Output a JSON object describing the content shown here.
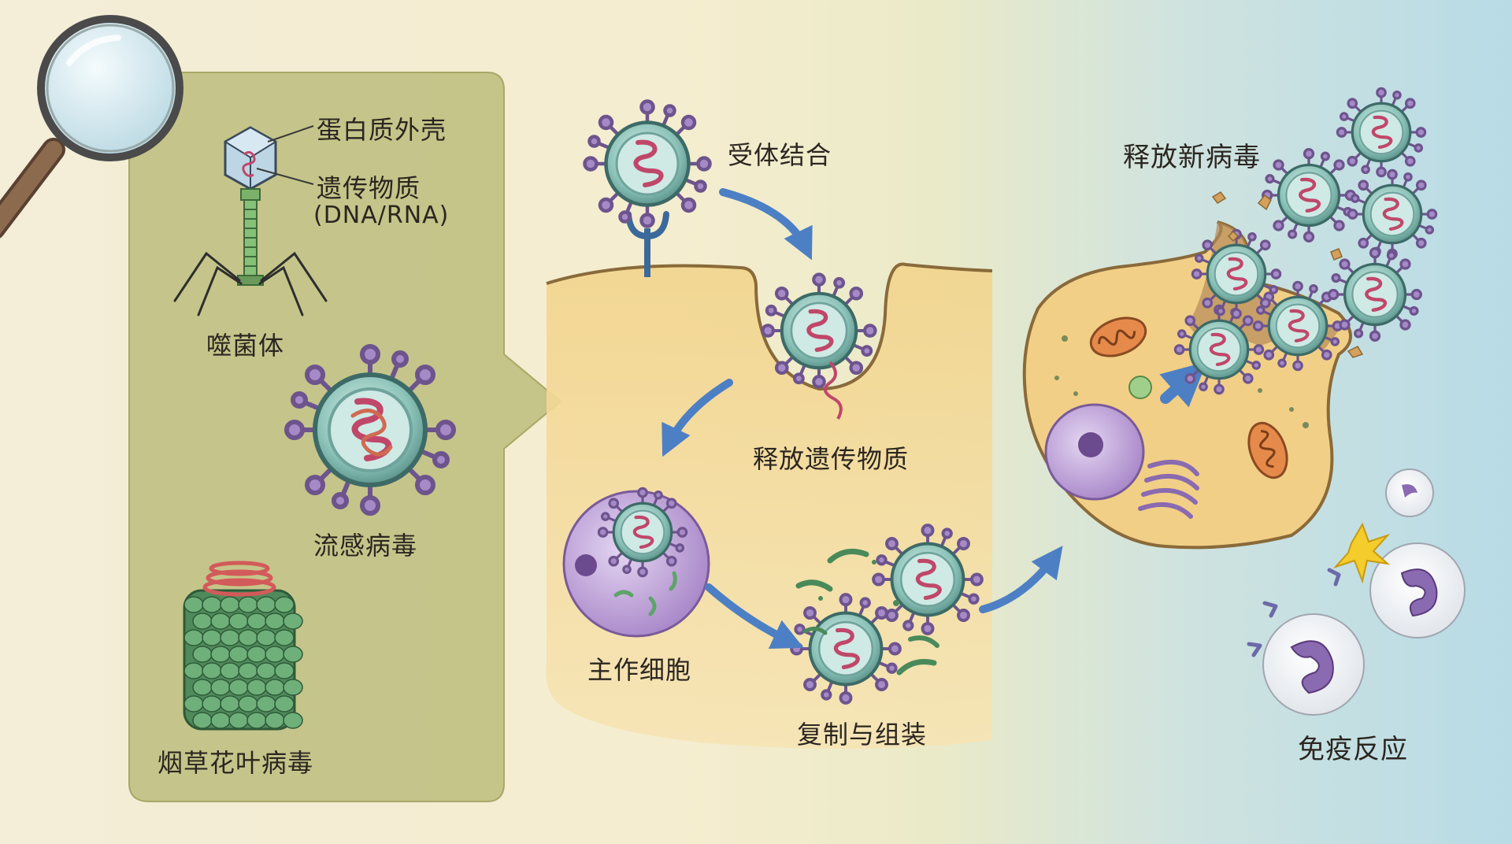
{
  "colors": {
    "panel": "#bcbc7c",
    "cell_cytoplasm": "#f3d58e",
    "cell_outline": "#8a6a3a",
    "arrow": "#4d7fc4",
    "virus_teal": "#7fb8b0",
    "virus_spike": "#8a6aa8",
    "rna": "#c0476a",
    "nucleus": "#a98bc8",
    "leaf_green": "#5ea36a",
    "lens_blue": "#cfe6ee",
    "handle_brown": "#8b6a4e"
  },
  "left_panel": {
    "phage": {
      "name": "噬菌体",
      "callout_capsid": "蛋白质外壳",
      "callout_genome": "遗传物质",
      "callout_genome_sub": "(DNA/RNA)"
    },
    "influenza": {
      "name": "流感病毒"
    },
    "tmv": {
      "name": "烟草花叶病毒"
    },
    "magnifier_icon": "magnifying-glass-icon"
  },
  "infection_steps": {
    "receptor_binding": "受体结合",
    "release_genome": "释放遗传物质",
    "host_cell": "主作细胞",
    "replicate_assemble": "复制与组装",
    "release_virions": "释放新病毒",
    "immune_response": "免疫反应"
  }
}
